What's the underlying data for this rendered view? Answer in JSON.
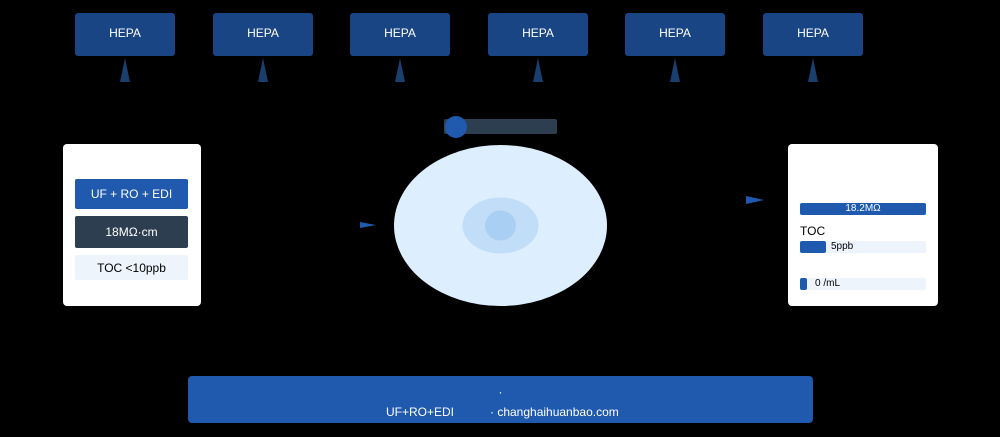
{
  "filters": [
    {
      "label": "HEPA"
    },
    {
      "label": "HEPA"
    },
    {
      "label": "HEPA"
    },
    {
      "label": "HEPA"
    },
    {
      "label": "HEPA"
    },
    {
      "label": "HEPA"
    }
  ],
  "source_panel": {
    "process": "UF + RO + EDI",
    "resistivity": "18MΩ·cm",
    "toc": "TOC <10ppb"
  },
  "monitor_panel": {
    "resistivity_value": "18.2MΩ",
    "resistivity_level": 1.0,
    "toc_label": "TOC",
    "toc_value": "5ppb",
    "toc_level": 0.21,
    "particle_value": "0 /mL",
    "particle_level": 0.05
  },
  "footer": {
    "dot": "·",
    "process": "UF+RO+EDI",
    "website": "· changhaihuanbao.com"
  },
  "colors": {
    "background": "#000000",
    "filter": "#1a4585",
    "accent": "#1f5aae",
    "dark": "#2d3e50",
    "light": "#eef4fc",
    "wafer_outer": "#ddeefe",
    "wafer_middle": "#c2ddf7",
    "wafer_inner": "#a9d0f2"
  }
}
